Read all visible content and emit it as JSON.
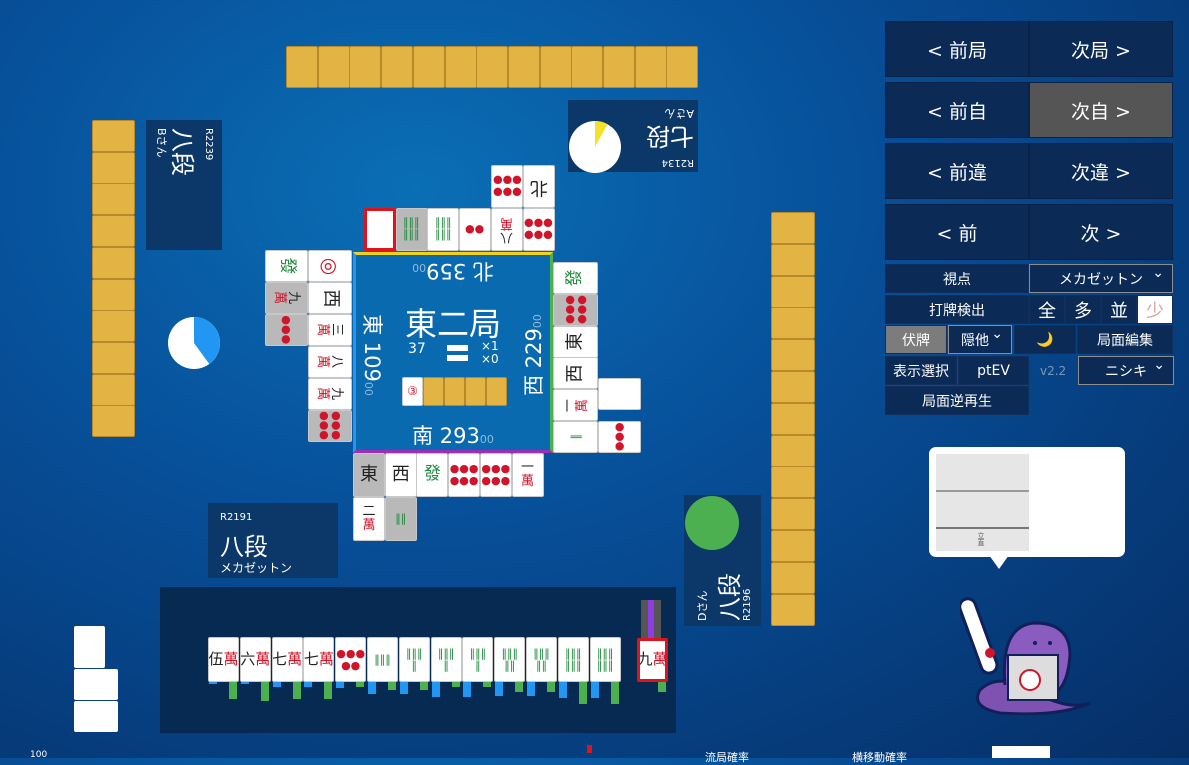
{
  "players": {
    "south": {
      "rating": "R2191",
      "rank": "八段",
      "name": "メカゼットン"
    },
    "west": {
      "rating": "R2239",
      "rank": "八段",
      "name": "Bさん",
      "pie_fraction": 0.4,
      "pie_color": "#2196f3"
    },
    "north": {
      "rating": "R2134",
      "rank": "七段",
      "name": "Aさん",
      "pie_fraction": 0.08,
      "pie_color": "#f5e12a"
    },
    "east": {
      "rating": "R2196",
      "rank": "八段",
      "name": "Dさん",
      "pie_fraction": 1.0,
      "pie_color": "#4caf50"
    }
  },
  "center": {
    "round": "東二局",
    "remaining": "37",
    "honba": "×1",
    "riichi_sticks": "×0",
    "scores": {
      "north": "北 359",
      "west": "東 109",
      "east": "西 229",
      "south": "南 293",
      "suffix": "00"
    },
    "dora_indicator": "③"
  },
  "discards": {
    "north_row1": [
      {
        "t": "6p",
        "gray": false
      },
      {
        "t": "北",
        "gray": false
      }
    ],
    "north_row2": [
      {
        "t": "",
        "red": true
      },
      {
        "t": "9s",
        "gray": true
      },
      {
        "t": "8s"
      },
      {
        "t": "2p"
      },
      {
        "t": "八萬"
      },
      {
        "t": "9p"
      }
    ],
    "west_col1": [
      {
        "t": "①"
      },
      {
        "t": "西"
      },
      {
        "t": "三萬"
      },
      {
        "t": "八萬"
      },
      {
        "t": "九萬"
      },
      {
        "t": "6p",
        "gray": true
      }
    ],
    "west_col2": [
      {
        "t": "發"
      },
      {
        "t": "九萬",
        "gray": true
      },
      {
        "t": "3p",
        "gray": true
      }
    ],
    "east_col1": [
      {
        "t": "發"
      },
      {
        "t": "6p",
        "gray": true
      },
      {
        "t": "東"
      },
      {
        "t": "西"
      },
      {
        "t": "一萬"
      },
      {
        "t": "1s"
      }
    ],
    "east_col2": [
      {
        "t": ""
      },
      {
        "t": "3p"
      }
    ],
    "south_row1": [
      {
        "t": "東",
        "gray": true
      },
      {
        "t": "西"
      },
      {
        "t": "發"
      },
      {
        "t": "9p"
      },
      {
        "t": "8p"
      },
      {
        "t": "一萬"
      }
    ],
    "south_row2": [
      {
        "t": "二萬"
      },
      {
        "t": "2s",
        "gray": true
      }
    ]
  },
  "hand": {
    "tiles": [
      "伍萬",
      "六萬",
      "七萬",
      "七萬",
      "5p",
      "3s",
      "4s",
      "4s",
      "4s",
      "5s",
      "5s",
      "6s",
      "6s"
    ],
    "drawn": "九萬",
    "bars_blue": [
      0.1,
      0.1,
      0.3,
      0.3,
      0.35,
      0.75,
      0.75,
      0.95,
      0.95,
      0.9,
      0.9,
      1.0,
      1.0
    ],
    "bars_green": [
      1.2,
      1.35,
      1.2,
      1.2,
      0.35,
      0.55,
      0.55,
      0.35,
      0.35,
      0.7,
      0.7,
      1.6,
      1.6
    ],
    "drawn_green": 0.6
  },
  "controls": {
    "prev_round": "< 前局",
    "next_round": "次局 >",
    "prev_self": "< 前自",
    "next_self": "次自 >",
    "prev_diff": "< 前違",
    "next_diff": "次違 >",
    "prev": "< 前",
    "next": "次 >",
    "viewpoint_label": "視点",
    "viewpoint_value": "メカゼットン",
    "discard_detect": "打牌検出",
    "filters": [
      "全",
      "多",
      "並",
      "少"
    ],
    "hide_tiles": "伏牌",
    "hide_select": "隠他",
    "moon_icon": "🌙",
    "edit_board": "局面編集",
    "display_select": "表示選択",
    "ptev": "ptEV",
    "version": "v2.2",
    "ai_select": "ニシキ",
    "reverse_play": "局面逆再生"
  },
  "bubble": {
    "riichi_label": "立直"
  },
  "footer": {
    "left_value": "100",
    "ryukyoku": "流局確率",
    "yoko": "横移動確率"
  },
  "colors": {
    "accent_blue": "#2196f3",
    "accent_green": "#4caf50",
    "tile_back": "#e3b444",
    "highlight_red": "#e0121b"
  }
}
